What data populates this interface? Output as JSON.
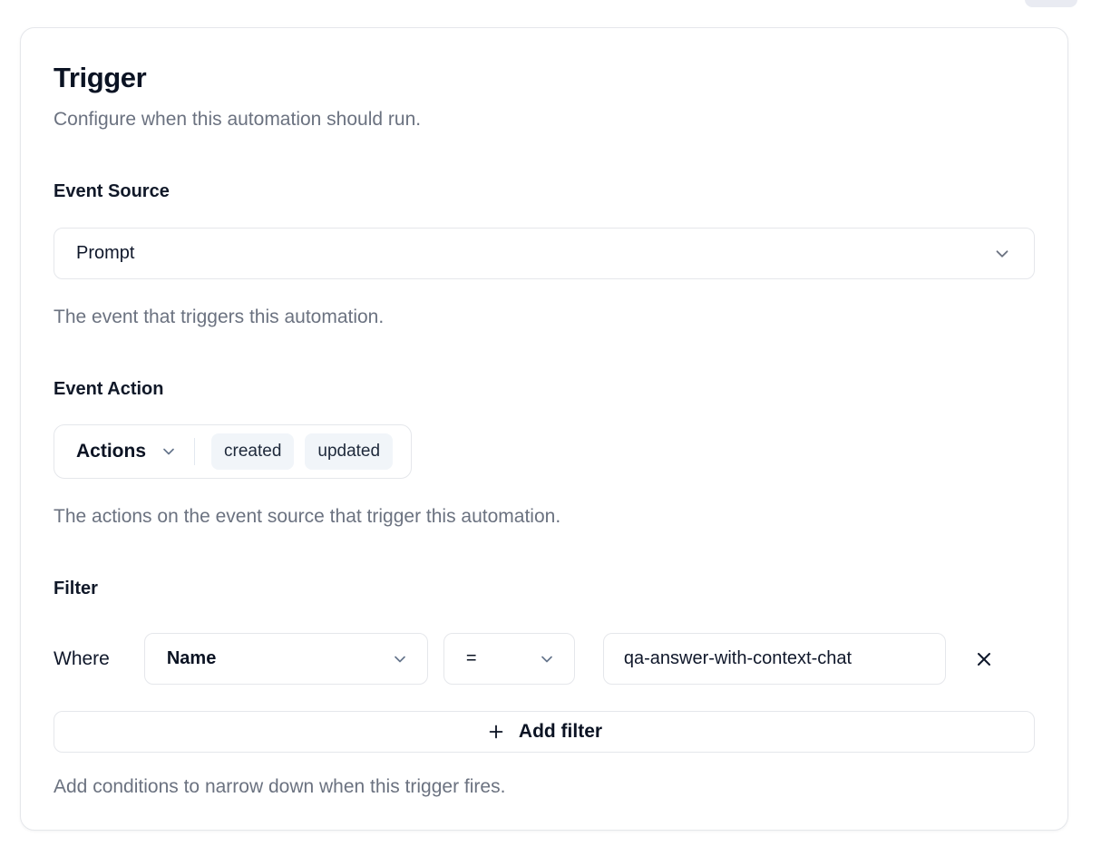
{
  "card": {
    "title": "Trigger",
    "subtitle": "Configure when this automation should run."
  },
  "event_source": {
    "label": "Event Source",
    "selected": "Prompt",
    "help": "The event that triggers this automation."
  },
  "event_action": {
    "label": "Event Action",
    "dropdown_label": "Actions",
    "selected_actions": [
      "created",
      "updated"
    ],
    "help": "The actions on the event source that trigger this automation."
  },
  "filter": {
    "label": "Filter",
    "where_label": "Where",
    "field_selected": "Name",
    "operator_selected": "=",
    "value": "qa-answer-with-context-chat",
    "add_button_label": "Add filter",
    "help": "Add conditions to narrow down when this trigger fires."
  },
  "colors": {
    "text_primary": "#0f172a",
    "text_muted": "#6b7280",
    "border": "#e5e7eb",
    "chip_background": "#f1f5f9"
  }
}
